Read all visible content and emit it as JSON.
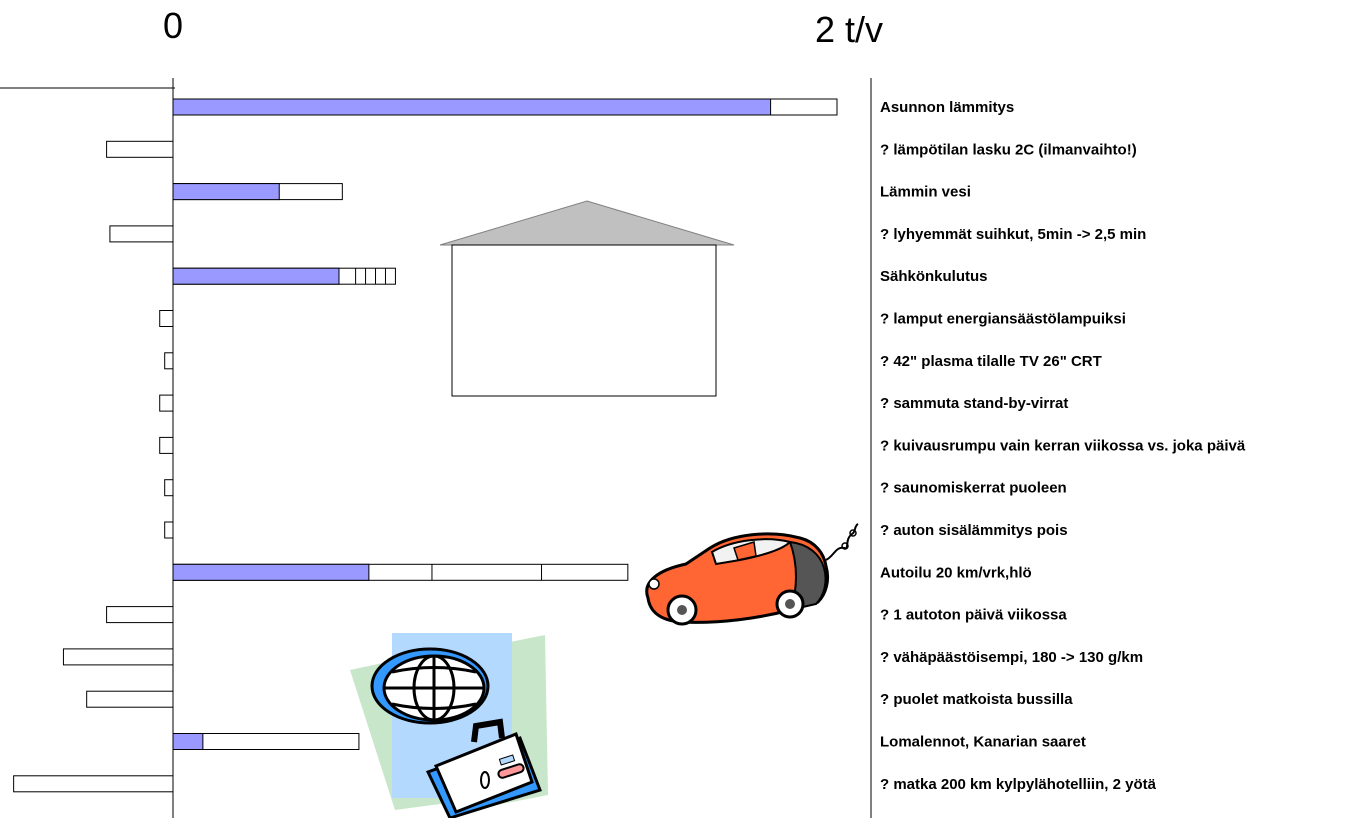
{
  "colors": {
    "fill": "#9999ff",
    "bar_border": "#000000",
    "house_roof": "#c0c0c0",
    "car_body": "#ff6633",
    "car_dark": "#555555",
    "globe_bg": "#b3d9ff",
    "globe_panel": "#c8e6c9"
  },
  "icons": [
    "house-icon",
    "car-icon",
    "globe-icon",
    "suitcase-icon"
  ],
  "chart_data": {
    "type": "bar",
    "orientation": "horizontal",
    "unit": "t/v",
    "x_tick_labels": [
      "0",
      "2 t/v"
    ],
    "xlim": [
      -0.5,
      2.1
    ],
    "grid": false,
    "rows": [
      {
        "label": "Asunnon lämmitys",
        "start": 0,
        "end": 2.0,
        "filled": 1.8
      },
      {
        "label": "? lämpötilan lasku 2C (ilmanvaihto!)",
        "start": -0.2,
        "end": 0
      },
      {
        "label": "Lämmin vesi",
        "start": 0,
        "end": 0.51,
        "filled": 0.32
      },
      {
        "label": "? lyhyemmät suihkut, 5min -> 2,5 min",
        "start": -0.19,
        "end": 0
      },
      {
        "label": "Sähkönkulutus",
        "start": 0,
        "end": 0.67,
        "filled": 0.5,
        "dividers": [
          0.55,
          0.58,
          0.61,
          0.64
        ]
      },
      {
        "label": "? lamput energiansäästölampuiksi",
        "start": -0.04,
        "end": 0
      },
      {
        "label": "? 42\" plasma tilalle TV 26\" CRT",
        "start": -0.025,
        "end": 0
      },
      {
        "label": "? sammuta stand-by-virrat",
        "start": -0.04,
        "end": 0
      },
      {
        "label": "? kuivausrumpu vain kerran viikossa vs. joka päivä",
        "start": -0.04,
        "end": 0
      },
      {
        "label": "? saunomiskerrat puoleen",
        "start": -0.025,
        "end": 0
      },
      {
        "label": "? auton sisälämmitys pois",
        "start": -0.025,
        "end": 0
      },
      {
        "label": "Autoilu 20 km/vrk,hlö",
        "start": 0,
        "end": 1.37,
        "filled": 0.59,
        "dividers": [
          0.78,
          1.11
        ]
      },
      {
        "label": "? 1 autoton päivä viikossa",
        "start": -0.2,
        "end": 0
      },
      {
        "label": "? vähäpäästöisempi, 180 -> 130 g/km",
        "start": -0.33,
        "end": 0
      },
      {
        "label": "? puolet matkoista bussilla",
        "start": -0.26,
        "end": 0
      },
      {
        "label": "Lomalennot, Kanarian saaret",
        "start": 0,
        "end": 0.56,
        "filled": 0.09
      },
      {
        "label": "? matka 200 km kylpylähotelliin, 2 yötä",
        "start": -0.48,
        "end": 0
      }
    ]
  }
}
